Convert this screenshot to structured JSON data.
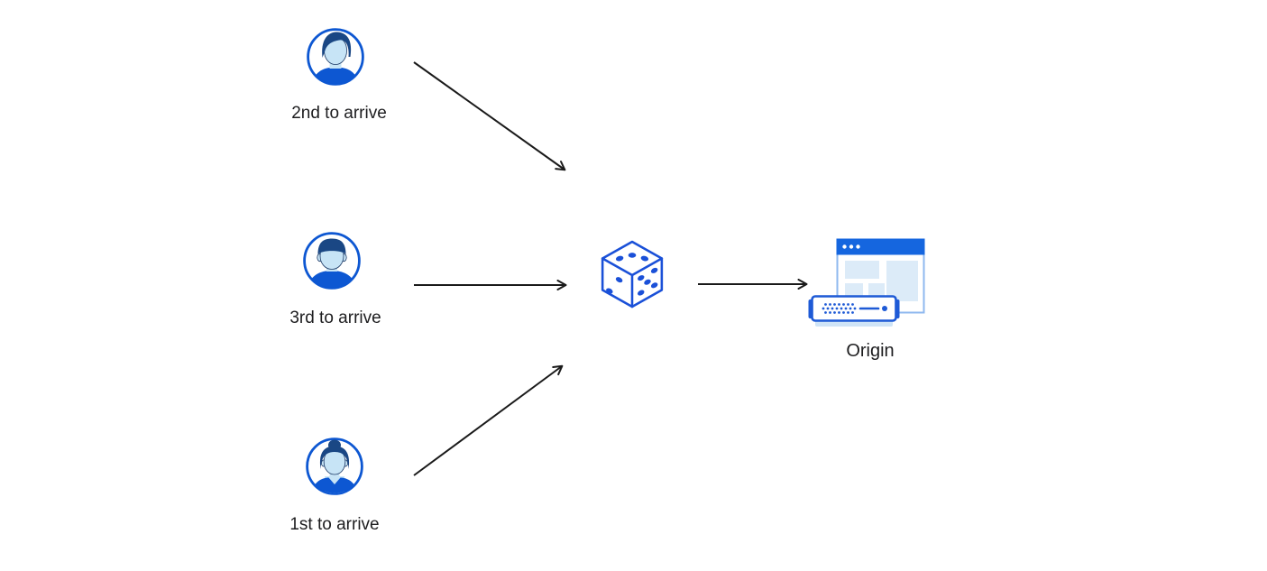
{
  "nodes": {
    "visitor_second": {
      "label": "2nd to arrive",
      "icon": "avatar-male-swept-hair-icon"
    },
    "visitor_third": {
      "label": "3rd to arrive",
      "icon": "avatar-male-short-hair-icon"
    },
    "visitor_first": {
      "label": "1st to arrive",
      "icon": "avatar-female-bun-icon"
    },
    "randomizer": {
      "icon": "dice-icon"
    },
    "origin": {
      "label": "Origin",
      "icon": "origin-server-browser-icon"
    }
  },
  "arrows": [
    {
      "from": "visitor_second",
      "to": "randomizer"
    },
    {
      "from": "visitor_third",
      "to": "randomizer"
    },
    {
      "from": "visitor_first",
      "to": "randomizer"
    },
    {
      "from": "randomizer",
      "to": "origin"
    }
  ],
  "colors": {
    "background": "#ffffff",
    "accent_blue": "#0D57D2",
    "hair_navy": "#1A4784",
    "skin_light_blue": "#C7E4F6",
    "outline_navy": "#1d3a66",
    "dice_blue": "#1A50D8",
    "titlebar_blue": "#1566DF",
    "window_border_blue": "#8FB9EF",
    "panel_light_blue": "#DCEBF8",
    "server_blue": "#1E5AD6",
    "server_tray_blue": "#CFE4F7",
    "arrow_black": "#1a1a1a",
    "text": "#1d1d1f"
  }
}
